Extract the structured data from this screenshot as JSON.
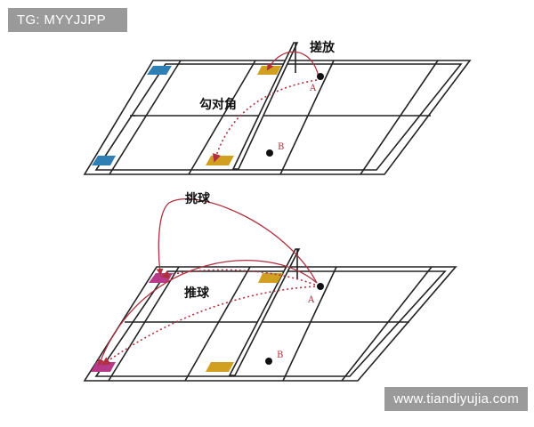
{
  "watermarks": {
    "top_left": "TG: MYYJJPP",
    "bottom_right": "www.tiandiyujia.com"
  },
  "court_top": {
    "label_net_shot": "搓放",
    "label_cross": "勾对角",
    "point_a": "A",
    "point_b": "B"
  },
  "court_bottom": {
    "label_lift": "挑球",
    "label_push": "推球",
    "point_a": "A",
    "point_b": "B"
  },
  "colors": {
    "court_line": "#222222",
    "shot_line": "#b03040",
    "target_yellow": "#d2a020",
    "target_blue": "#2f7fb4"
  }
}
